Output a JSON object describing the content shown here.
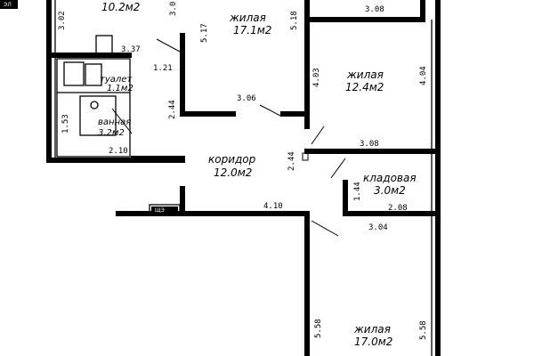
{
  "rooms": {
    "kitchen": {
      "area": "10.2м2"
    },
    "living_top": {
      "name": "жилая",
      "area": "17.1м2"
    },
    "living_right": {
      "name": "жилая",
      "area": "12.4м2"
    },
    "toilet": {
      "name": "туалет",
      "area": "1.1м2"
    },
    "bath": {
      "name": "ванная",
      "area": "3.2м2"
    },
    "corridor": {
      "name": "коридор",
      "area": "12.0м2"
    },
    "storage": {
      "name": "кладовая",
      "area": "3.0м2"
    },
    "living_bottom": {
      "name": "жилая",
      "area": "17.0м2"
    }
  },
  "dimensions": {
    "d302": "3.02",
    "d517": "5.17",
    "d518": "5.18",
    "d308_top": "3.08",
    "d337": "3.37",
    "d121": "1.21",
    "d403": "4.03",
    "d404": "4.04",
    "d244_left": "2.44",
    "d306": "3.06",
    "d153": "1.53",
    "d210": "2.10",
    "d308_mid": "3.08",
    "d244_mid": "2.44",
    "d144": "1.44",
    "d208": "2.08",
    "d410": "4.10",
    "d304": "3.04",
    "d558_left": "5.58",
    "d558_right": "5.58"
  },
  "fixtures": {
    "corner_tag": "ЭЛ",
    "meter_tag": "ЩЭ",
    "top_cut_label": "3.0"
  }
}
